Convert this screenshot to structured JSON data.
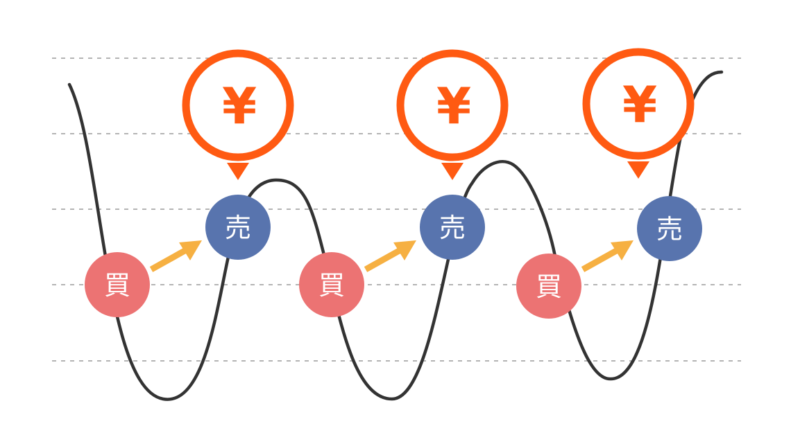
{
  "colors": {
    "background": "#ffffff",
    "gridline": "#9a9a9a",
    "curve": "#333333",
    "buy": "#ec7373",
    "sell": "#5874ae",
    "arrow": "#f6b042",
    "yen": "#ff5a12",
    "label_text": "#ffffff"
  },
  "labels": {
    "buy": "買",
    "sell": "売",
    "yen": "¥"
  },
  "icons": {
    "arrow": "right-up-arrow-icon",
    "profit": "yen-pin-icon"
  },
  "cycles": [
    {
      "buy": "買",
      "sell": "売",
      "profit": "¥"
    },
    {
      "buy": "買",
      "sell": "売",
      "profit": "¥"
    },
    {
      "buy": "買",
      "sell": "売",
      "profit": "¥"
    }
  ]
}
